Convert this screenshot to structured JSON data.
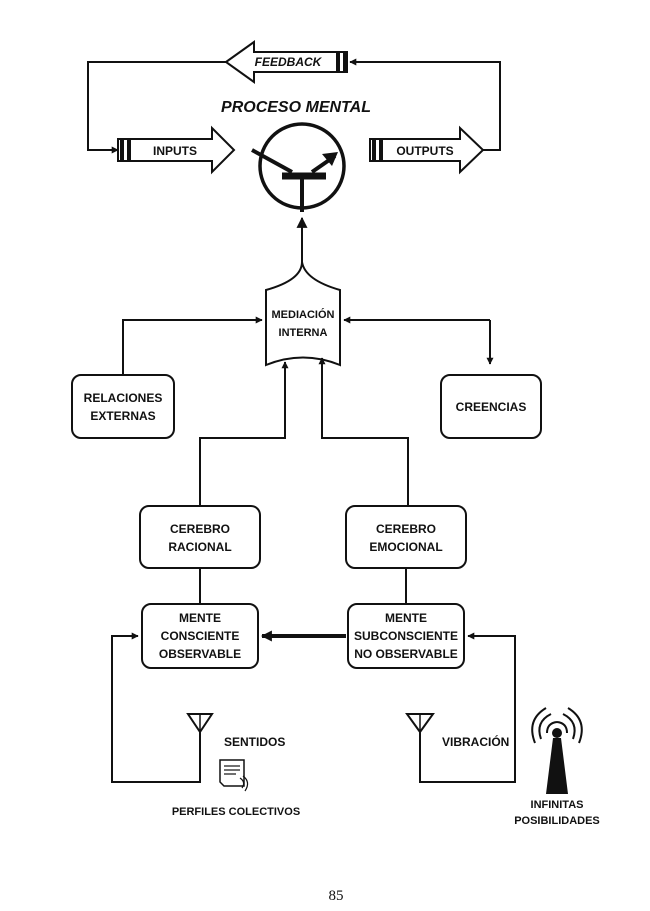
{
  "diagram": {
    "title": "PROCESO MENTAL",
    "feedback": "FEEDBACK",
    "inputs": "INPUTS",
    "outputs": "OUTPUTS",
    "mediacion": [
      "MEDIACIÓN",
      "INTERNA"
    ],
    "relaciones": [
      "RELACIONES",
      "EXTERNAS"
    ],
    "creencias": "CREENCIAS",
    "cerebro_racional": [
      "CEREBRO",
      "RACIONAL"
    ],
    "cerebro_emocional": [
      "CEREBRO",
      "EMOCIONAL"
    ],
    "mente_consciente": [
      "MENTE",
      "CONSCIENTE",
      "OBSERVABLE"
    ],
    "mente_subconsciente": [
      "MENTE",
      "SUBCONSCIENTE",
      "NO OBSERVABLE"
    ],
    "sentidos": "SENTIDOS",
    "vibracion": "VIBRACIÓN",
    "perfiles": "PERFILES COLECTIVOS",
    "infinitas": [
      "INFINITAS",
      "POSIBILIDADES"
    ]
  },
  "page_number": "85",
  "colors": {
    "ink": "#111111",
    "background": "#ffffff"
  },
  "icons": [
    "transistor-icon",
    "antenna-icon",
    "document-icon",
    "radio-tower-icon"
  ]
}
